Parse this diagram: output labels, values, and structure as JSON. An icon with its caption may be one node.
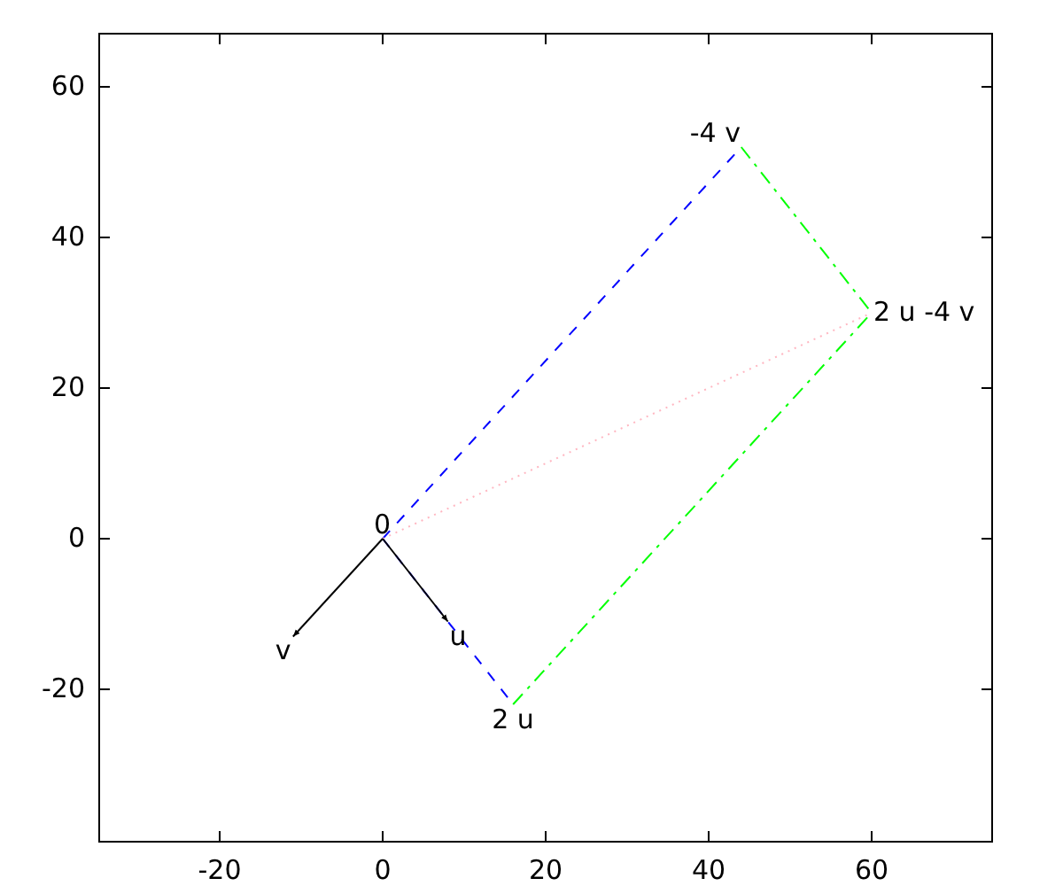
{
  "diagram": {
    "nodes": [
      {
        "text": [
          "0"
        ]
      },
      {
        "text": [
          "u"
        ]
      },
      {
        "text": [
          "v"
        ]
      },
      {
        "text": [
          "2 u"
        ]
      },
      {
        "text": [
          "-4 v"
        ]
      },
      {
        "text": [
          "2 u -4 v"
        ]
      }
    ],
    "edges": [
      {
        "from": 0,
        "to": 3,
        "arrow": "none",
        "style": "dashed",
        "color": "#0000ff"
      },
      {
        "from": 0,
        "to": 4,
        "arrow": "none",
        "style": "dashed",
        "color": "#0000ff"
      },
      {
        "from": 0,
        "to": 1,
        "arrow": "to",
        "color": "#000000"
      },
      {
        "from": 0,
        "to": 2,
        "arrow": "to",
        "color": "#000000"
      },
      {
        "from": 4,
        "to": 5,
        "arrow": "none",
        "style": "dashed",
        "color": "#00ff00"
      },
      {
        "from": 3,
        "to": 5,
        "arrow": "none",
        "style": "dashed",
        "color": "#00ff00"
      },
      {
        "from": 0,
        "to": 5,
        "arrow": "none",
        "style": "dashed",
        "color": "#ffb6c1"
      }
    ],
    "labels": [
      "60",
      "40",
      "20",
      "0",
      "-20",
      "-20",
      "0",
      "20",
      "40",
      "60"
    ]
  }
}
